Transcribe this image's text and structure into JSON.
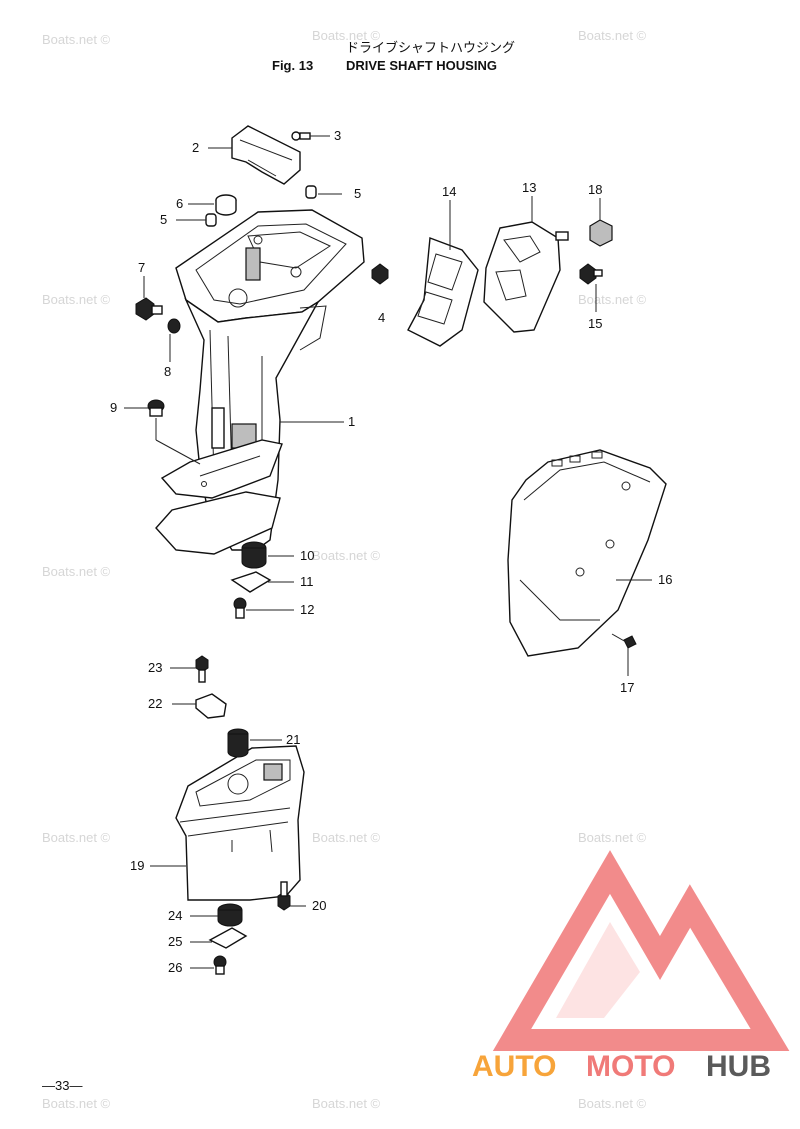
{
  "header": {
    "title_jp": "ドライブシャフトハウジング",
    "fig_label": "Fig. 13",
    "title_en": "DRIVE SHAFT HOUSING"
  },
  "watermark": "Boats.net ©",
  "callouts": [
    "1",
    "2",
    "3",
    "4",
    "5",
    "5",
    "6",
    "7",
    "8",
    "9",
    "10",
    "11",
    "12",
    "13",
    "14",
    "15",
    "16",
    "17",
    "18",
    "19",
    "20",
    "21",
    "22",
    "23",
    "24",
    "25",
    "26"
  ],
  "page_number": "—33—",
  "logo": {
    "part1": "AUTO",
    "part2": "MOTO",
    "part3": "HUB",
    "colors": {
      "orange": "#f7a43a",
      "red": "#f07a78",
      "dark": "#5a5a5a",
      "triangle": "#f28b8b"
    }
  }
}
